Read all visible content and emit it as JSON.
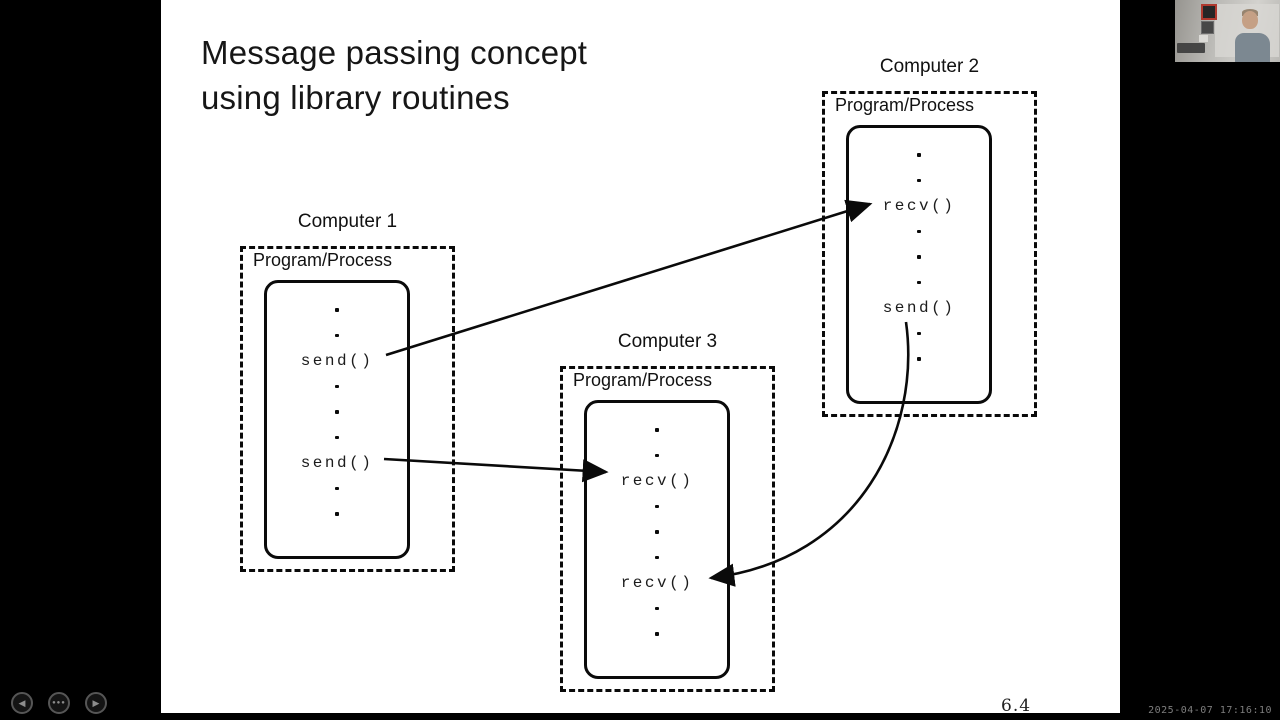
{
  "slide": {
    "title": [
      "Message passing concept",
      "using library routines"
    ],
    "page_number": "6.4",
    "computers": [
      {
        "label": "Computer 1",
        "process_label": "Program/Process",
        "rows": [
          "dot",
          "dot",
          "send()",
          "dot",
          "dot",
          "dot",
          "send()",
          "dot",
          "dot"
        ]
      },
      {
        "label": "Computer 2",
        "process_label": "Program/Process",
        "rows": [
          "dot",
          "dot",
          "recv()",
          "dot",
          "dot",
          "dot",
          "send()",
          "dot",
          "dot"
        ]
      },
      {
        "label": "Computer 3",
        "process_label": "Program/Process",
        "rows": [
          "dot",
          "dot",
          "recv()",
          "dot",
          "dot",
          "dot",
          "recv()",
          "dot",
          "dot"
        ]
      }
    ],
    "arrows": [
      {
        "from": "Computer 1 send() first",
        "to": "Computer 2 recv()",
        "shape": "straight"
      },
      {
        "from": "Computer 1 send() second",
        "to": "Computer 3 recv() first",
        "shape": "straight"
      },
      {
        "from": "Computer 2 send()",
        "to": "Computer 3 recv() second",
        "shape": "curved"
      }
    ],
    "ink_color": "#0a0a0a"
  },
  "player": {
    "prev_glyph": "◀",
    "options_glyph": "●●●",
    "next_glyph": "▶"
  },
  "status": {
    "timestamp": "2025-04-07 17:16:10"
  }
}
